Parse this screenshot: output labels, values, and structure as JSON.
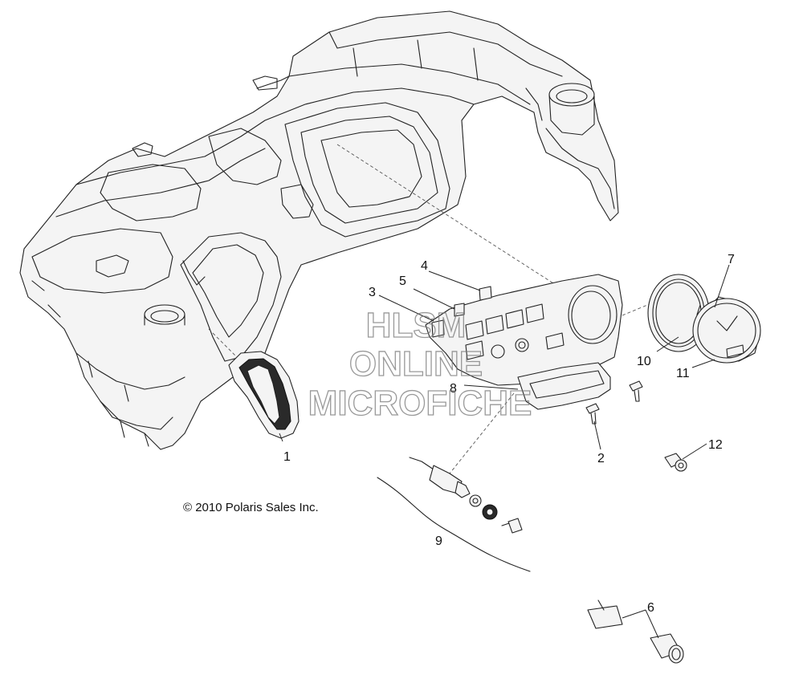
{
  "diagram": {
    "callouts": [
      "1",
      "2",
      "3",
      "4",
      "5",
      "6",
      "7",
      "8",
      "9",
      "10",
      "11",
      "12"
    ],
    "copyright": "© 2010 Polaris Sales Inc."
  },
  "watermark": {
    "line1": "HLSM",
    "line2": "ONLINE",
    "line3": "MICROFICHE"
  }
}
